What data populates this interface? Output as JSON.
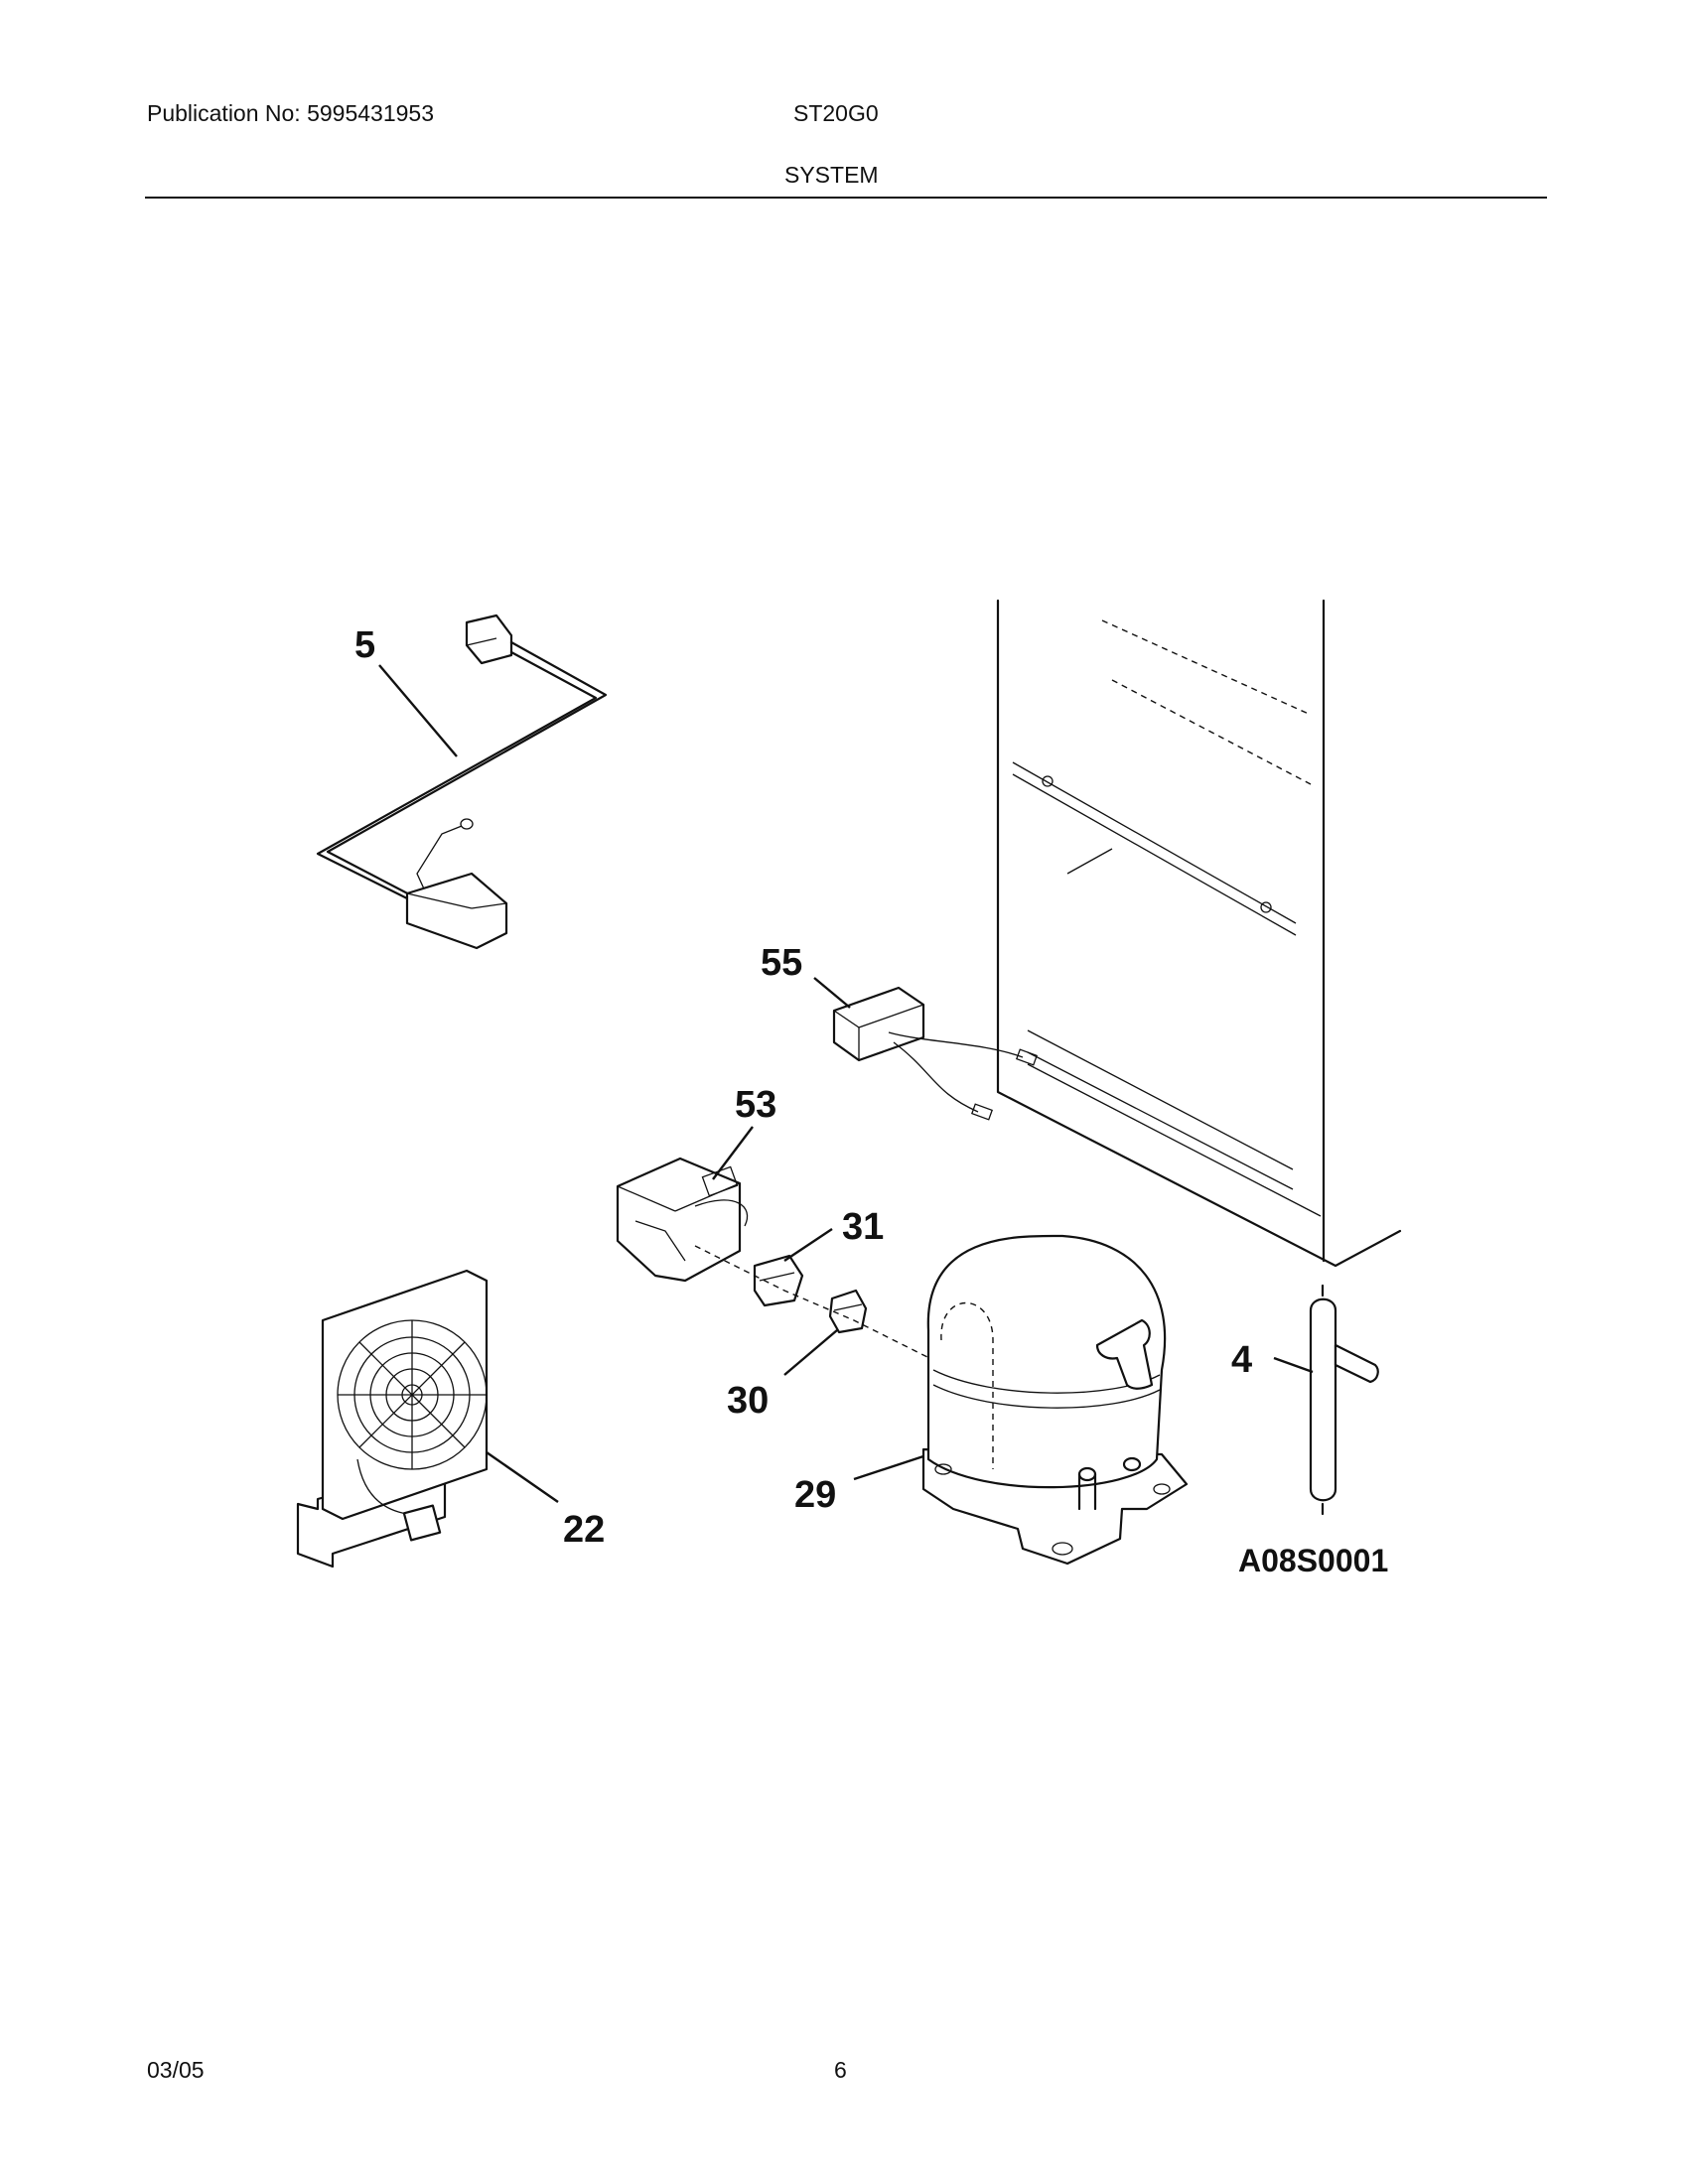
{
  "header": {
    "publication": "Publication No: 5995431953",
    "model": "ST20G0",
    "section": "SYSTEM"
  },
  "footer": {
    "date": "03/05",
    "page": "6"
  },
  "diagram": {
    "figure_id": "A08S0001",
    "callouts": {
      "c5": "5",
      "c55": "55",
      "c53": "53",
      "c31": "31",
      "c30": "30",
      "c29": "29",
      "c4": "4",
      "c22": "22"
    }
  }
}
